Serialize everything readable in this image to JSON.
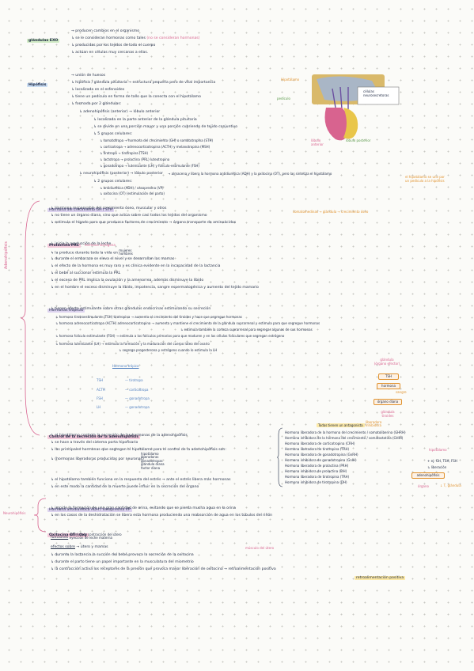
{
  "section0": {
    "title": "glándulas EXO",
    "lines": [
      "→ producen cambios en el organismo",
      "↳ se le consideran hormonas como tales",
      "(no se consideran hormonas)",
      "↳ producidas por los tejidos de todo el cuerpo",
      "↳ actúan en células muy cercanas a ellas."
    ]
  },
  "hipofisis": {
    "title": "Hipófisis",
    "lines": [
      "→ unión de huesos",
      "↳ hipófisis / glándula pituitaria → estructura pequeña pero de vital importancia",
      "↳ localizada en el esfenoides",
      "↳ tiene un pedículo en forma de tallo que la conecta con el hipotálamo",
      "↳ formada por 2 glándulas:",
      "↳ adenohipófisis (anterior) → lóbulo anterior",
      "↳ localizada en la parte anterior de la glándula pituitaria",
      "↳ se divide en una porción mayor y una porción cubriendo de tejido conjuntivo",
      "↳ 5 grupos celulares:",
      "↳ somatotropa → hormona del crecimiento (GH) o somatotropina (STH)",
      "↳ corticotropa → adrenocorticotropina (ACTH) y melanotropina (MSH)",
      "↳ tirotropa → tirotropina (TSH)",
      "↳ lactotropa → prolactina (PRL) luteotropina",
      "↳ gonadotropa → luteinizante (LH) y folículo-estimulante (FSH)",
      "↳ neurohipófisis (posterior) → lóbulo posterior",
      "→ almacena y libera la hormona antidiurética (ADH) y la oxitocina (OT), pero las sintetiza el hipotálamo",
      "↳ 2 grupos celulares:",
      "↳ antidiurética (ADH) / vasopresina (VP)",
      "↳ oxitocina (OT) (estimulación del parto)"
    ],
    "diagram": {
      "label_hipotalamo": "Hipotálamo",
      "label_pediculo": "pedículo",
      "label_anterior": "lóbulo anterior",
      "label_posterior": "lóbulo posterior",
      "label_box": "células neurosecretoras",
      "note": "el hipotálamo se une por un pedículo a la hipófisis"
    }
  },
  "adeno": {
    "side": "Adenohipófisis",
    "gh": {
      "title": "Hormona del crecimiento GH / STH",
      "lines": [
        "↳ Hormona responsable del crecimiento óseo, muscular y otros",
        "↳ no tiene un órgano diana, sino que actúa sobre casi todos los tejidos del organismo",
        "↳ estimula el hígado para que produzca factores de crecimiento → órgano transporte de aminoácidos"
      ],
      "note": "somatomedinas → glándula → crecimiento óseo"
    },
    "prl": {
      "title": "Prolactina PRL",
      "subtitle": "hormona lactógena",
      "lines": [
        "↳ inicia la producción de la leche",
        "↳ la produce durante toda la vida en",
        "mujeres",
        "hombres",
        "↳ durante el embarazo se eleva el nivel y se desarrollan las mamas",
        "↳ el efecto de la hormona es muy raro y es clínica evidente en la incapacidad de la lactancia",
        "↳ el bebé al succionar estimula la PRL",
        "↳ el exceso de PRL implica la ovulación y la amenorrea, además disminuye la líbido",
        "↳ en el hombre el exceso disminuye la líbido, impotencia, sangre espermatogénica y aumento del tejido mamario"
      ]
    },
    "tropicas": {
      "title": "Hormonas trópicas",
      "lines": [
        "↳ tienen efecto estimulante sobre otras glándulas endocrinas estimulando su secreción",
        "↳ hormona tirotroestimulante (TSH) tirotropina → aumenta el crecimiento del tiroides y hace que segregue hormonas",
        "↳ hormona adrenocorticotropa (ACTH) adrenocorticotropina → aumenta y mantiene el crecimiento de la glándula suprarrenal y estimula para que segregue hormonas",
        "↳ estimula también la corteza suprarrenal para segregar algunas de sus hormonas",
        "↳ hormona folículo estimulante (FSH) → estimula a los folículos primarios para que maduren y en las células foliculares que segregan estrógeno",
        "↳ hormona luteinizante (LH) → estimula la formación y la maduración del cuerpo lúteo del ovario",
        "↳ segrega progesterona y estrógeno cuando lo estimula la LH"
      ],
      "table_title": "Hormona trópica",
      "table": [
        [
          "TSH",
          "tirotropa"
        ],
        [
          "ACTH",
          "corticotropa"
        ],
        [
          "FSH",
          "gonadotropa"
        ],
        [
          "LH",
          "gonadotropa"
        ]
      ],
      "flow": [
        "glándula (órgano efector)",
        "TSH",
        "hormona",
        "sangre",
        "órgano diana",
        "glándula tiroides"
      ]
    },
    "control": {
      "title": "Control de la secreción de la adenohipófisis",
      "lines": [
        "↳ el hipotálamo controla la secreción de las hormonas de la adenohipófisis",
        "↳ se hace a través del sistema porta hipofisario",
        "↳ las principales hormonas que segregan el hipotálamo para el control de la adenohipófisis son:",
        "↳ (hormonas liberadoras producidas por neuronas)",
        "↳ el hipotálamo también funciona en la respuesta del estrés → ante el estrés libera más hormonas",
        "↳ en este modo la cantidad de la muerte puede influir en la secreción del órgano"
      ],
      "bracket": [
        "hipotálamo",
        "liberadoras",
        "gonadotropas",
        "glándula diana",
        "factor diana"
      ],
      "all_note": "Todas tienen un antagonista",
      "all_sub": "liberadora inhibidora",
      "releasing": [
        "Hormona liberadora de la hormona del crecimiento / somatoliberina (GHRH)",
        "Hormona inhibidora de la hormona del crecimiento / somatostatina (GHIH)",
        "Hormona liberadora de corticotropina (CRH)",
        "Hormona liberadora de tirotropina (TRH)",
        "Hormona liberadora de gonadotropina (GnRH)",
        "Hormona inhibidora de gonadotropina (GnIH)",
        "Hormona liberadora de prolactina (PRH)",
        "Hormona inhibidora de prolactina (PIH)",
        "Hormona liberadora de tirotropina (TRH)",
        "Hormona inhibidora de tirotropina (DH)"
      ],
      "mini": {
        "a": "hipotálamo",
        "b": "+ ej: GH, TSH, FSH",
        "c": "↳ liberación",
        "d": "adenohipófisis",
        "e": "↓ T, glándula",
        "f": "órgano"
      }
    }
  },
  "neuro": {
    "side": "Neurohipófisis",
    "adh": {
      "title": "Hormona antidiurética ADH / vasopresina VP",
      "lines": [
        "↳ impide la formación de una gran cantidad de orina, evitando que se pierda mucha agua en la orina",
        "↳ en los casos de la deshidratación se libera esta hormona produciendo una reabsorción de agua en los túbulos del riñón"
      ]
    },
    "ot": {
      "title": "Oxitocina OT / Oxy",
      "funciones": "funciones",
      "fun_items": [
        "estimula la contracción del útero",
        "eyección de leche materna"
      ],
      "efectos": "efectos sobre",
      "efectos_items": "útero y mamas",
      "lines": [
        "↳ durante la lactancia la succión del bebé provoca la secreción de la oxitocina",
        "↳ durante el parto tiene un papel importante en la musculatura del miometrio",
        "↳ la contracción activa los receptores de la presión que provoca mayor liberación de oxitocina → retroalimentación positiva"
      ],
      "miometrio": "músculo del útero",
      "feedback": "retroalimentación positiva"
    }
  }
}
